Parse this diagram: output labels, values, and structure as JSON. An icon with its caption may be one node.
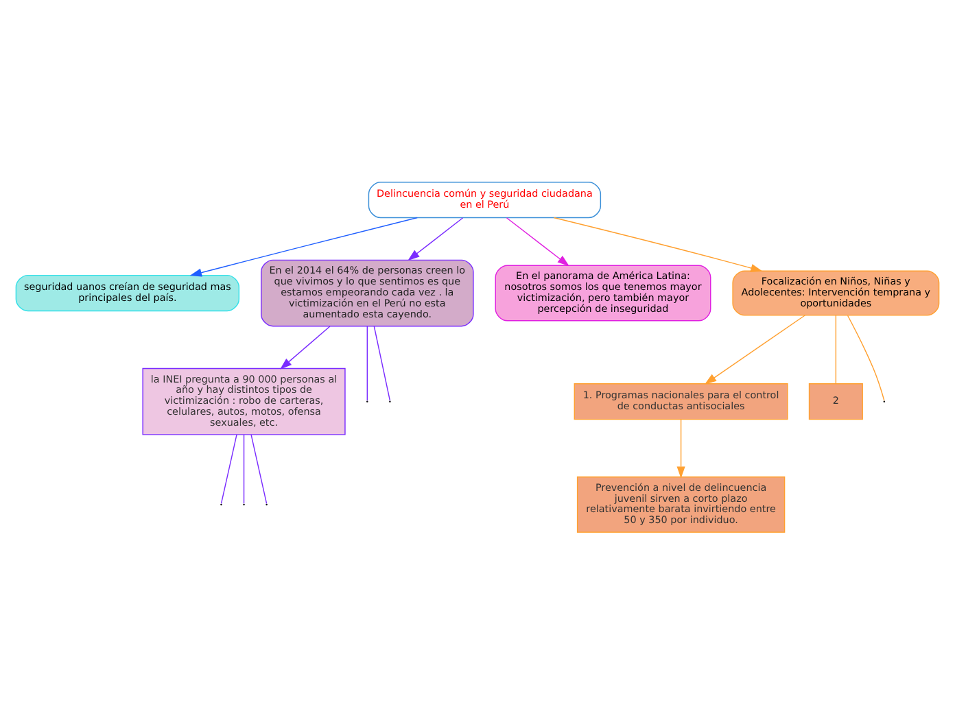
{
  "diagram": {
    "nodes": [
      {
        "text": [
          "Delincuencia común y seguridad ciudadana en el Perú"
        ]
      },
      {
        "text": [
          "seguridad uanos creían de seguridad mas principales del país."
        ]
      },
      {
        "text": [
          "En el 2014 el 64% de personas creen lo que vivimos y lo que sentimos es que estamos empeorando cada vez . la victimización en el Perú no esta aumentado esta cayendo."
        ]
      },
      {
        "text": [
          "la INEI pregunta a 90 000 personas al año y hay distintos tipos de victimización : robo de carteras, celulares, autos, motos, ofensa sexuales, etc."
        ]
      },
      {
        "text": [
          "En el panorama de América Latina: nosotros somos los que tenemos mayor victimización, pero también mayor percepción de inseguridad"
        ]
      },
      {
        "text": [
          "Focalización en Niños, Niñas y Adolecentes: Intervención temprana y oportunidades"
        ]
      },
      {
        "text": [
          "1. Programas nacionales para el control de conductas antisociales"
        ]
      },
      {
        "text": [
          "Prevención a nivel de delincuencia juvenil sirven a corto plazo relativamente barata invirtiendo entre 50 y 350 por individuo."
        ]
      },
      {
        "text": [
          "2"
        ]
      }
    ],
    "edges": [
      {
        "from": 0,
        "to": 1,
        "arrow": "to",
        "color": "#1f5fff"
      },
      {
        "from": 0,
        "to": 2,
        "arrow": "to",
        "color": "#7a2cff"
      },
      {
        "from": 0,
        "to": 4,
        "arrow": "to",
        "color": "#e020e0"
      },
      {
        "from": 0,
        "to": 5,
        "arrow": "to",
        "color": "#ffa030"
      },
      {
        "from": 2,
        "to": 3,
        "arrow": "to",
        "color": "#7a2cff"
      },
      {
        "from": 2,
        "to": null,
        "arrow": "none",
        "color": "#7a2cff"
      },
      {
        "from": 2,
        "to": null,
        "arrow": "none",
        "color": "#7a2cff"
      },
      {
        "from": 3,
        "to": null,
        "arrow": "none",
        "color": "#7a2cff"
      },
      {
        "from": 3,
        "to": null,
        "arrow": "none",
        "color": "#7a2cff"
      },
      {
        "from": 3,
        "to": null,
        "arrow": "none",
        "color": "#7a2cff"
      },
      {
        "from": 5,
        "to": 6,
        "arrow": "to",
        "color": "#ffa030"
      },
      {
        "from": 6,
        "to": 7,
        "arrow": "to",
        "color": "#ffa030"
      },
      {
        "from": 5,
        "to": 8,
        "arrow": "none",
        "color": "#ffa030"
      },
      {
        "from": 5,
        "to": null,
        "arrow": "none",
        "color": "#ffa030"
      }
    ]
  }
}
